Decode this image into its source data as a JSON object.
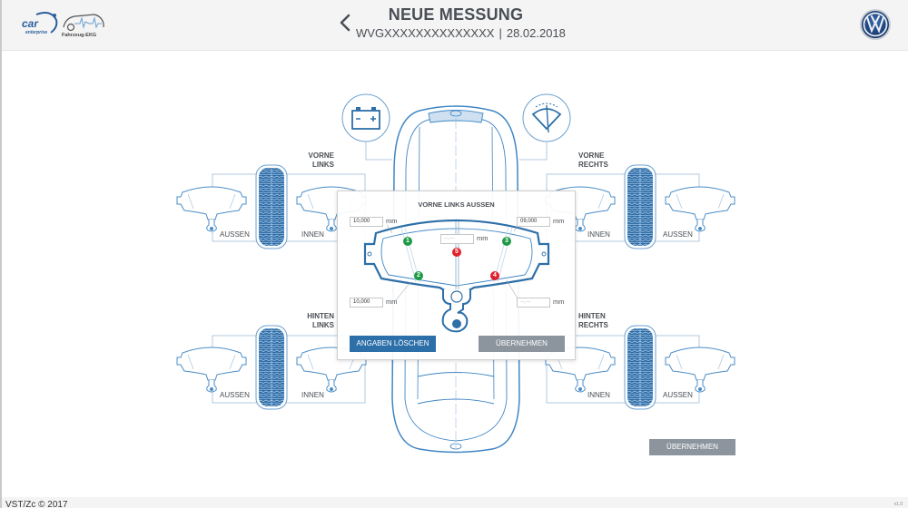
{
  "header": {
    "logo_left_text": "car enterprise",
    "logo_ekg_text": "Fahrzeug-EKG",
    "title": "NEUE MESSUNG",
    "vin": "WVGXXXXXXXXXXXXXX",
    "separator": "|",
    "date": "28.02.2018",
    "brand_logo": "vw-logo-icon"
  },
  "wheels": [
    {
      "id": "front-left",
      "title_line1": "VORNE",
      "title_line2": "LINKS",
      "outer_label": "AUSSEN",
      "inner_label": "INNEN"
    },
    {
      "id": "front-right",
      "title_line1": "VORNE",
      "title_line2": "RECHTS",
      "outer_label": "AUSSEN",
      "inner_label": "INNEN"
    },
    {
      "id": "rear-left",
      "title_line1": "HINTEN",
      "title_line2": "LINKS",
      "outer_label": "AUSSEN",
      "inner_label": "INNEN"
    },
    {
      "id": "rear-right",
      "title_line1": "HINTEN",
      "title_line2": "RECHTS",
      "outer_label": "AUSSEN",
      "inner_label": "INNEN"
    }
  ],
  "icons": {
    "battery": "battery-icon",
    "wiper": "wiper-icon"
  },
  "modal": {
    "title": "VORNE LINKS AUSSEN",
    "unit": "mm",
    "fields": [
      {
        "point": "1",
        "value": "10,000",
        "placeholder": "--,---",
        "status": "ok"
      },
      {
        "point": "2",
        "value": "10,000",
        "placeholder": "--,---",
        "status": "ok"
      },
      {
        "point": "3",
        "value": "09,000",
        "placeholder": "--,---",
        "status": "ok"
      },
      {
        "point": "4",
        "value": "",
        "placeholder": "--,---",
        "status": "missing"
      },
      {
        "point": "5",
        "value": "",
        "placeholder": "--,---",
        "status": "missing"
      }
    ],
    "delete_label": "ANGABEN LÖSCHEN",
    "apply_label": "ÜBERNEHMEN"
  },
  "main_apply_label": "ÜBERNEHMEN",
  "footer": {
    "copyright": "VST/Zc © 2017",
    "version": "v1.0"
  },
  "colors": {
    "primary_blue": "#2d6fa8",
    "line_blue": "#9dbbd6",
    "ok_green": "#1e9a44",
    "missing_red": "#e0202a",
    "disabled_gray": "#8c959e"
  }
}
